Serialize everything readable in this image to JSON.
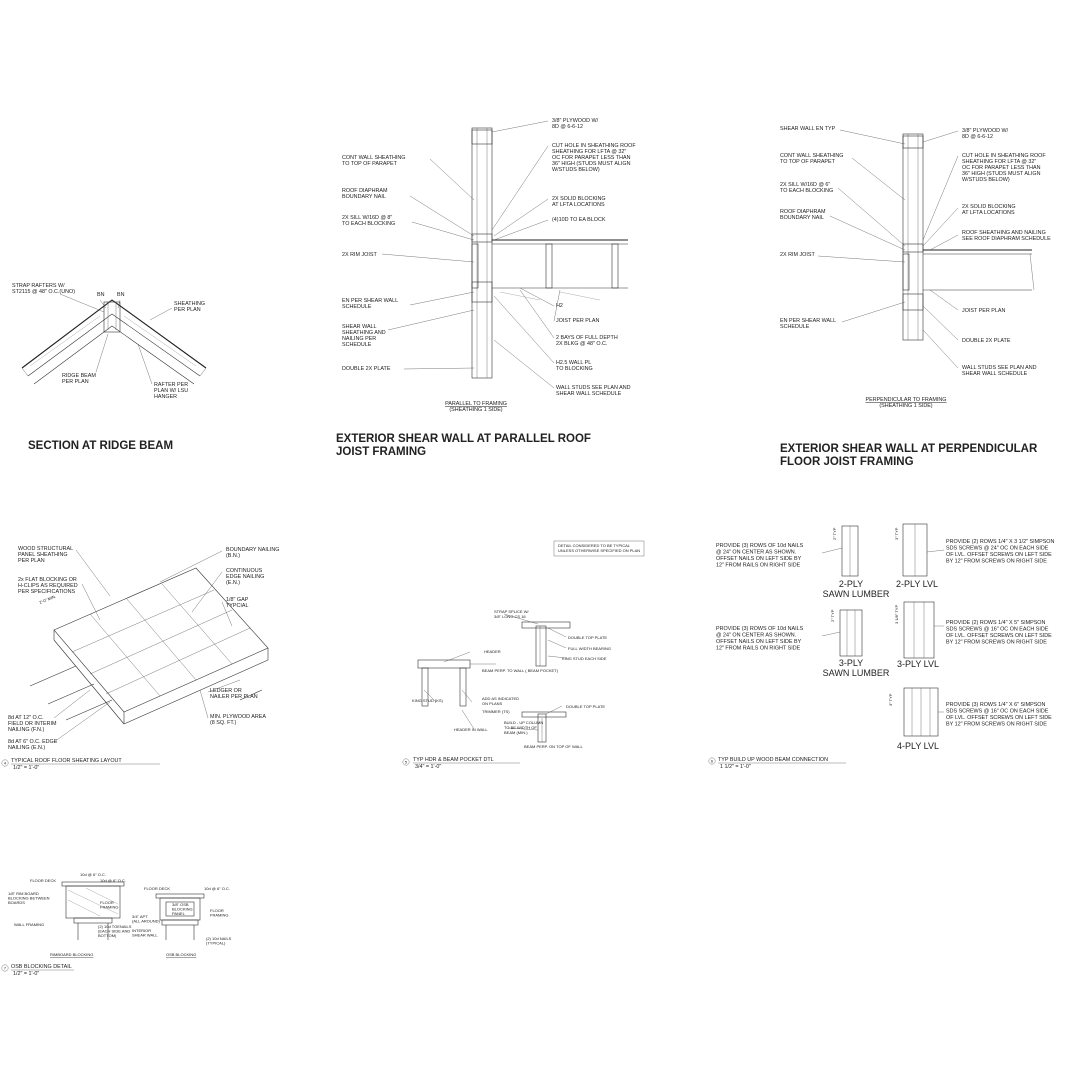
{
  "ridge": {
    "title": "SECTION AT RIDGE BEAM",
    "labels": {
      "strap": [
        "STRAP RAFTERS W/",
        "ST2115 @ 48\" O.C.(UNO)"
      ],
      "bn1": "BN",
      "bn2": "BN",
      "sheathing": [
        "SHEATHING",
        "PER PLAN"
      ],
      "ridge_beam": [
        "RIDGE BEAM",
        "PER PLAN"
      ],
      "rafter": [
        "RAFTER PER",
        "PLAN W/ LSU",
        "HANGER"
      ]
    }
  },
  "parallel": {
    "title": [
      "EXTERIOR SHEAR WALL AT PARALLEL ROOF",
      "JOIST FRAMING"
    ],
    "caption": [
      "PARALLEL TO FRAMING",
      "(SHEATHING 1 SIDE)"
    ],
    "left_labels": [
      [
        "CONT WALL SHEATHING",
        "TO TOP OF PARAPET"
      ],
      [
        "ROOF DIAPHRAM",
        "BOUNDARY NAIL"
      ],
      [
        "2X SILL W/16D @ 8\"",
        "TO EACH BLOCKING"
      ],
      [
        "2X RIM JOIST"
      ],
      [
        "EN PER SHEAR WALL",
        "SCHEDULE"
      ],
      [
        "SHEAR WALL",
        "SHEATHING AND",
        "NAILING PER",
        "SCHEDULE"
      ],
      [
        "DOUBLE 2X PLATE"
      ]
    ],
    "right_labels": [
      [
        "3/8\" PLYWOOD W/",
        "8D @ 6-6-12"
      ],
      [
        "CUT HOLE IN SHEATHING ROOF",
        "SHEATHING FOR LFTA @ 32\"",
        "OC FOR PARAPET LESS THAN",
        "36\" HIGH (STUDS MUST ALIGN",
        "W/STUDS BELOW)"
      ],
      [
        "2X SOLID BLOCKING",
        "AT LFTA LOCATIONS"
      ],
      [
        "(4)10D TO EA BLOCK"
      ],
      [
        "H2"
      ],
      [
        "JOIST PER PLAN"
      ],
      [
        "2 BAYS OF FULL DEPTH",
        "2X BLKG @ 48\" O.C."
      ],
      [
        "H2.5 WALL PL",
        "TO BLOCKING"
      ],
      [
        "WALL STUDS SEE PLAN AND",
        "SHEAR WALL SCHEDULE"
      ]
    ]
  },
  "perpendicular": {
    "title": [
      "EXTERIOR SHEAR WALL AT PERPENDICULAR",
      "FLOOR JOIST FRAMING"
    ],
    "caption": [
      "PERPENDICULAR TO FRAMING",
      "(SHEATHING 1 SIDE)"
    ],
    "left_labels": [
      [
        "SHEAR WALL EN TYP"
      ],
      [
        "CONT WALL SHEATHING",
        "TO TOP OF PARAPET"
      ],
      [
        "2X SILL W/16D @ 6\"",
        "TO EACH BLOCKING"
      ],
      [
        "ROOF DIAPHRAM",
        "BOUNDARY NAIL"
      ],
      [
        "2X RIM JOIST"
      ],
      [
        "EN PER SHEAR WALL",
        "SCHEDULE"
      ]
    ],
    "right_labels": [
      [
        "3/8\" PLYWOOD W/",
        "8D @ 6-6-12"
      ],
      [
        "CUT HOLE IN SHEATHING ROOF",
        "SHEATHING FOR LFTA @ 32\"",
        "OC FOR PARAPET LESS THAN",
        "36\" HIGH (STUDS MUST ALIGN",
        "W/STUDS BELOW)"
      ],
      [
        "2X SOLID BLOCKING",
        "AT LFTA LOCATIONS"
      ],
      [
        "ROOF SHEATHING AND NAILING",
        "SEE ROOF DIAPHRAM SCHEDULE"
      ],
      [
        "JOIST PER PLAN"
      ],
      [
        "DOUBLE 2X PLATE"
      ],
      [
        "WALL STUDS SEE PLAN AND",
        "SHEAR WALL SCHEDULE"
      ]
    ]
  },
  "roof_floor": {
    "num": "4",
    "title": "TYPICAL ROOF FLOOR SHEATING LAYOUT",
    "scale": "1/2\" = 1'-0\"",
    "dim": "2'-0\" MIN.",
    "left_labels": [
      [
        "WOOD STRUCTURAL",
        "PANEL SHEATHING",
        "PER PLAN"
      ],
      [
        "2x FLAT BLOCKING OR",
        "H-CLIPS AS REQUIRED",
        "PER SPECIFICATIONS"
      ],
      [
        "8d AT 12\" O.C.",
        "FIELD OR INTERIM",
        "NAILING (F.N.)"
      ],
      [
        "8d AT 6\" O.C. EDGE",
        "NAILING (E.N.)"
      ]
    ],
    "right_labels": [
      [
        "BOUNDARY NAILING",
        "(B.N.)"
      ],
      [
        "CONTINUOUS",
        "EDGE NAILING",
        "(E.N.)"
      ],
      [
        "1/8\" GAP",
        "TYPCIAL"
      ],
      [
        "LEDGER OR",
        "NAILER PER PLAN"
      ],
      [
        "MIN. PLYWOOD AREA",
        "(8 SQ. FT.)"
      ]
    ]
  },
  "hdr": {
    "num": "5",
    "title": "TYP HDR & BEAM POCKET DTL",
    "scale": "3/4\" = 1'-0\"",
    "note": [
      "DETAIL CONSIDERED TO BE TYPICAL",
      "UNLESS OTHERWISE SPECIFIED ON PLAN"
    ],
    "labels": [
      [
        "STRAP SPLICE W/",
        "3/8\" LONG CS 16"
      ],
      [
        "DOUBLE TOP PLATE"
      ],
      [
        "FULL WIDTH BEARING"
      ],
      [
        "KING STUD  EACH SIDE"
      ],
      [
        "HEADER"
      ],
      [
        "BEAM PERP. TO WALL ( BEAM POCKET)"
      ],
      [
        "KING STUD (KS)"
      ],
      [
        "ADD AS INDICATED",
        "ON PLANS"
      ],
      [
        "TRIMMER (TS)"
      ],
      [
        "DOUBLE TOP PLATE"
      ],
      [
        "HEADER IN WALL"
      ],
      [
        "BUILD - UP COLUMN",
        "TO BE WIDTH OF",
        "BEAM (MIN.)"
      ],
      [
        "BEAM PERP. ON TOP OF WALL"
      ]
    ]
  },
  "buildup": {
    "num": "6",
    "title": "TYP BUILD UP WOOD BEAM CONNECTION",
    "scale": "1 1/2\" = 1'-0\"",
    "dims": [
      "2\" TYP",
      "3\" TYP",
      "2\" TYP",
      "3 1/8\" TYP",
      "3\" TYP"
    ],
    "notes_left": [
      [
        "PROVIDE (3) ROWS OF 10d NAILS",
        "@ 24\" ON CENTER AS SHOWN.",
        "OFFSET NAILS ON LEFT SIDE BY",
        "12\" FROM RAILS ON RIGHT SIDE"
      ],
      [
        "PROVIDE (3) ROWS OF 10d NAILS",
        "@ 24\" ON CENTER AS SHOWN.",
        "OFFSET NAILS ON LEFT SIDE BY",
        "12\" FROM RAILS ON RIGHT SIDE"
      ]
    ],
    "notes_right": [
      [
        "PROVIDE (2) ROWS 1/4\" X 3 1/2\" SIMPSON",
        "SDS SCREWS @ 24\" OC ON EACH SIDE",
        "OF LVL. OFFSET SCREWS ON LEFT SIDE",
        "BY 12\" FROM SCREWS ON RIGHT SIDE"
      ],
      [
        "PROVIDE (2) ROWS 1/4\" X 5\" SIMPSON",
        "SDS SCREWS @ 16\" OC ON EACH SIDE",
        "OF LVL. OFFSET SCREWS ON LEFT SIDE",
        "BY 12\" FROM SCREWS ON RIGHT SIDE"
      ],
      [
        "PROVIDE (3) ROWS 1/4\" X 6\" SIMPSON",
        "SDS SCREWS @ 16\" OC ON EACH SIDE",
        "OF LVL. OFFSET SCREWS ON LEFT SIDE",
        "BY 12\" FROM SCREWS ON RIGHT SIDE"
      ]
    ],
    "members": [
      [
        "2-PLY",
        "SAWN LUMBER"
      ],
      [
        "2-PLY LVL"
      ],
      [
        "3-PLY",
        "SAWN LUMBER"
      ],
      [
        "3-PLY LVL"
      ],
      [
        "4-PLY LVL"
      ]
    ]
  },
  "osb": {
    "num": "7",
    "title": "OSB BLOCKING DETAIL",
    "scale": "1/2\" = 1'-0\"",
    "left_sub": "RIMBOARD BLOCKING",
    "right_sub": "OSB BLOCKING",
    "left_labels": [
      [
        "FLOOR DECK"
      ],
      [
        "10d @ 6\" O.C."
      ],
      [
        "10d @ 6\" O.C."
      ],
      [
        "1/8\" RIM BOARD",
        "BLOCKING BETWEEN",
        "BOARDS"
      ],
      [
        "FLOOR",
        "FRAMING"
      ],
      [
        "WALL FRAMING"
      ],
      [
        "(2) 10d TOENAILS",
        "(EACH SIDE AND",
        "BOTTOM)"
      ]
    ],
    "right_labels": [
      [
        "FLOOR DECK"
      ],
      [
        "10d @ 6\" O.C."
      ],
      [
        "FLOOR",
        "FRAMING"
      ],
      [
        "3/8\" OSB",
        "BLOCKING",
        "PANEL"
      ],
      [
        "3/4\" APT",
        "(ALL AROUND)"
      ],
      [
        "INTERIOR",
        "SHEAR WALL"
      ],
      [
        "(2) 10d NAILS",
        "(TYPICAL)"
      ]
    ]
  }
}
